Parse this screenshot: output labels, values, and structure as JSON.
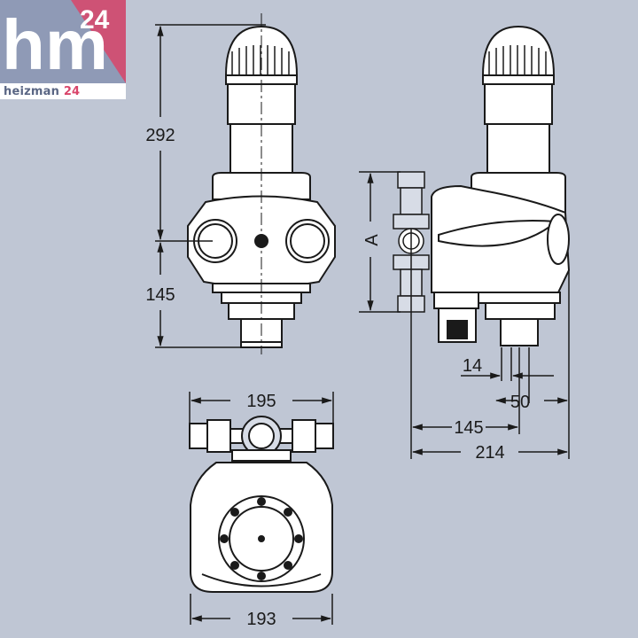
{
  "brand": {
    "logo_mark": "hm",
    "logo_sup": "24",
    "logo_name": "heizman",
    "logo_name_num": "24",
    "colors": {
      "logo_bg": "#8f9ab6",
      "logo_accent": "#d9456a",
      "logo_text": "#5a6684"
    }
  },
  "dimensions": {
    "height_upper": "292",
    "height_lower": "145",
    "connector_label": "A",
    "offset_small": "14",
    "offset_pipe": "50",
    "depth_center": "145",
    "depth_total": "214",
    "width_top": "195",
    "width_bottom": "193"
  },
  "colors": {
    "background": "#bfc6d4",
    "outline": "#1a1a1a",
    "body_fill": "#ffffff",
    "dimension_line": "#1a1a1a",
    "secondary_fitting": "#d7dce6"
  }
}
